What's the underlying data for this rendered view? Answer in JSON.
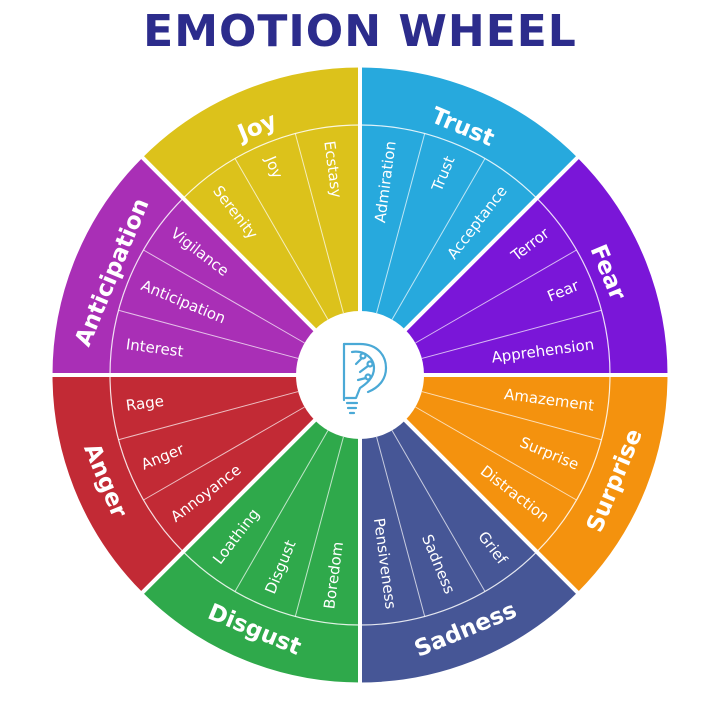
{
  "title": "EMOTION WHEEL",
  "center_icon": "lightbulb-letter-p-logo-icon",
  "colors": {
    "title": "#2c2c8c",
    "outline": "#ffffff",
    "divider": "#ffffff",
    "center_fill": "#ffffff",
    "center_icon": "#4aa9d6"
  },
  "segments": [
    {
      "name": "Trust",
      "color": "#27a9dd",
      "emotions": [
        "Admiration",
        "Trust",
        "Acceptance"
      ]
    },
    {
      "name": "Fear",
      "color": "#7a16d8",
      "emotions": [
        "Terror",
        "Fear",
        "Apprehension"
      ]
    },
    {
      "name": "Surprise",
      "color": "#f4920e",
      "emotions": [
        "Amazement",
        "Surprise",
        "Distraction"
      ]
    },
    {
      "name": "Sadness",
      "color": "#465696",
      "emotions": [
        "Grief",
        "Sadness",
        "Pensiveness"
      ]
    },
    {
      "name": "Disgust",
      "color": "#2fa94b",
      "emotions": [
        "Boredom",
        "Disgust",
        "Loathing"
      ]
    },
    {
      "name": "Anger",
      "color": "#c22a35",
      "emotions": [
        "Annoyance",
        "Anger",
        "Rage"
      ]
    },
    {
      "name": "Anticipation",
      "color": "#a92fb6",
      "emotions": [
        "Interest",
        "Anticipation",
        "Vigilance"
      ]
    },
    {
      "name": "Joy",
      "color": "#dcc21b",
      "emotions": [
        "Serenity",
        "Joy",
        "Ecstasy"
      ]
    }
  ]
}
